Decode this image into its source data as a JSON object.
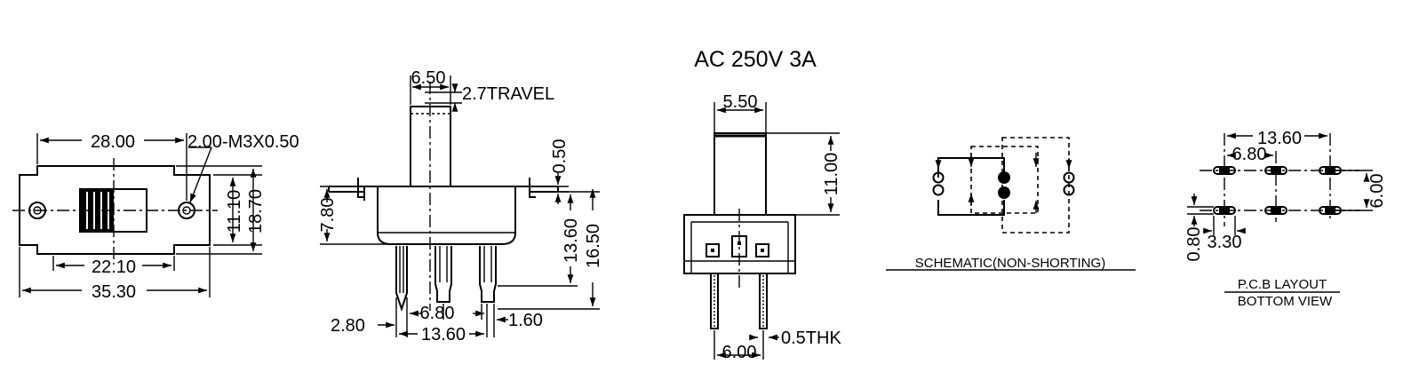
{
  "rating": "AC  250V  3A",
  "top_view": {
    "dim_28": "28.00",
    "dim_hole": "2.00-M3X0.50",
    "dim_1110": "11.10",
    "dim_1870": "18.70",
    "dim_2210": "22.10",
    "dim_3530": "35.30"
  },
  "front_view": {
    "dim_650": "6.50",
    "dim_travel": "2.7TRAVEL",
    "dim_050": "0.50",
    "dim_780": "7.80",
    "dim_1360_v": "13.60",
    "dim_1650": "16.50",
    "dim_280": "2.80",
    "dim_680": "6.80",
    "dim_160": "1.60",
    "dim_1360_h": "13.60"
  },
  "side_view": {
    "dim_550": "5.50",
    "dim_1100": "11.00",
    "dim_05thk": "0.5THK",
    "dim_600": "6.00"
  },
  "schematic": {
    "caption": "SCHEMATIC(NON-SHORTING)"
  },
  "pcb": {
    "dim_1360": "13.60",
    "dim_680": "6.80",
    "dim_600": "6.00",
    "dim_080": "0.80",
    "dim_330": "3.30",
    "caption_1": "P.C.B LAYOUT",
    "caption_2": "BOTTOM VIEW"
  }
}
